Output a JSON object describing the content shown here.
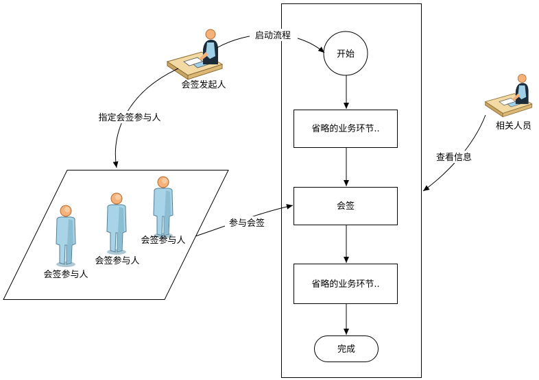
{
  "initiator": {
    "label": "会签发起人"
  },
  "related": {
    "label": "相关人员"
  },
  "participants": [
    {
      "label": "会签参与人"
    },
    {
      "label": "会签参与人"
    },
    {
      "label": "会签参与人"
    }
  ],
  "edges": {
    "start_process": "启动流程",
    "assign_participants": "指定会签参与人",
    "join_countersign": "参与会签",
    "view_info": "查看信息"
  },
  "flow": {
    "start": "开始",
    "step1": "省略的业务环节..",
    "countersign": "会签",
    "step2": "省略的业务环节..",
    "end": "完成"
  },
  "colors": {
    "person_body": "#a9d3e6",
    "person_head": "#f4b27a",
    "desk": "#f3d9a4",
    "line": "#000000"
  }
}
